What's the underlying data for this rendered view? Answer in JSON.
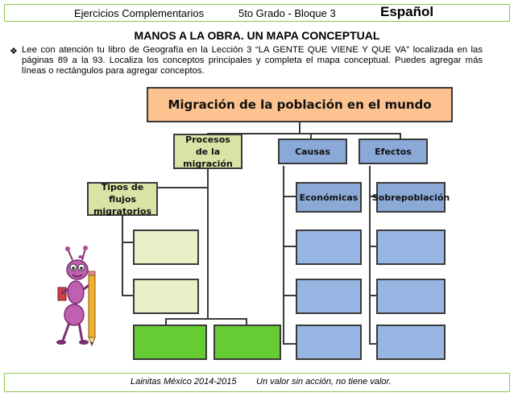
{
  "header": {
    "main": "Ejercicios Complementarios",
    "grade": "5to Grado - Bloque  3",
    "subject": "Español"
  },
  "title": "MANOS A LA OBRA. UN MAPA CONCEPTUAL",
  "instructions": "Lee con atención tu libro de Geografía en la Lección 3 “LA GENTE QUE VIENE Y QUE VA” localizada en las páginas 89 a la 93. Localiza los conceptos principales y completa el mapa conceptual. Puedes agregar más líneas o rectángulos para agregar conceptos.",
  "map": {
    "main": "Migración de la población en el mundo",
    "procesos": "Procesos de la migración",
    "causas": "Causas",
    "efectos": "Efectos",
    "tipos": "Tipos de flujos migratorios",
    "economicas": "Económicas",
    "sobrepoblacion": "Sobrepoblación"
  },
  "footer": {
    "org": "Lainitas México 2014-2015",
    "motto": "Un valor sin acción, no tiene valor."
  },
  "colors": {
    "main": "#fcc28f",
    "blue": "#8aa9d6",
    "green_light": "#d8e4a6",
    "green": "#66cc33",
    "border_green": "#8bc34a"
  }
}
